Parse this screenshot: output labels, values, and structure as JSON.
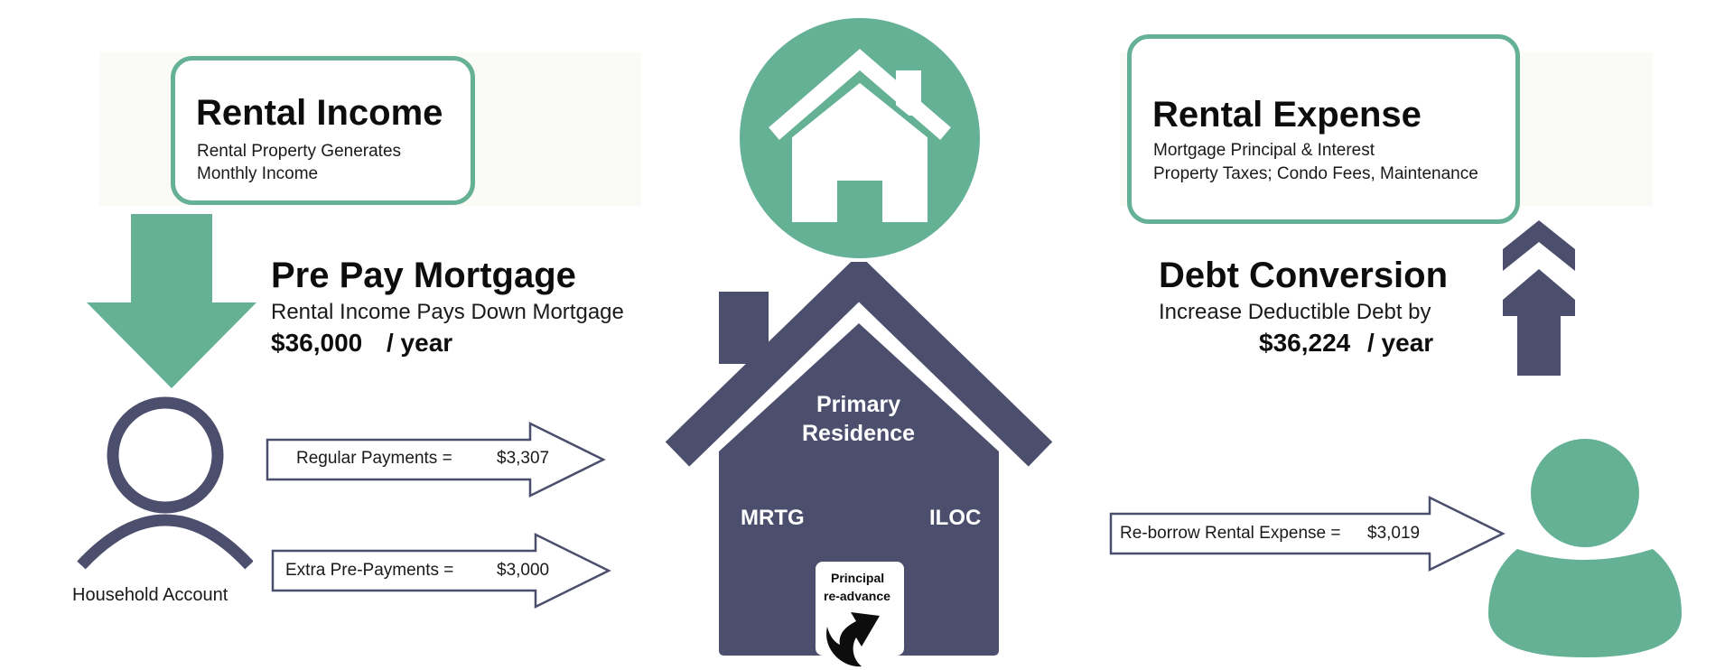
{
  "colors": {
    "green": "#64b195",
    "navy": "#4b4e6d",
    "outline": "#4b4e6d",
    "text": "#111111"
  },
  "rental_income": {
    "title": "Rental Income",
    "lines": [
      "Rental Property Generates",
      "Monthly Income"
    ]
  },
  "rental_expense": {
    "title": "Rental Expense",
    "lines": [
      "Mortgage Principal & Interest",
      "Property Taxes; Condo Fees, Maintenance"
    ]
  },
  "pre_pay": {
    "heading": "Pre Pay Mortgage",
    "subtitle": "Rental Income Pays Down Mortgage",
    "amount": "$36,000",
    "period": "/ year"
  },
  "debt_conversion": {
    "heading": "Debt Conversion",
    "subtitle": "Increase Deductible Debt by",
    "amount": "$36,224",
    "period": "/ year"
  },
  "household": {
    "label": "Household Account"
  },
  "flows": {
    "regular": {
      "label": "Regular Payments =",
      "value": "$3,307"
    },
    "extra": {
      "label": "Extra Pre-Payments =",
      "value": "$3,000"
    },
    "reborrow": {
      "label": "Re-borrow Rental Expense =",
      "value": "$3,019"
    }
  },
  "residence": {
    "title_line1": "Primary",
    "title_line2": "Residence",
    "left_label": "MRTG",
    "right_label": "ILOC",
    "door_line1": "Principal",
    "door_line2": "re-advance"
  },
  "icons": [
    "house-icon",
    "person-outline-icon",
    "person-solid-icon",
    "down-arrow-icon",
    "up-chevron-icon",
    "curved-arrow-icon"
  ]
}
